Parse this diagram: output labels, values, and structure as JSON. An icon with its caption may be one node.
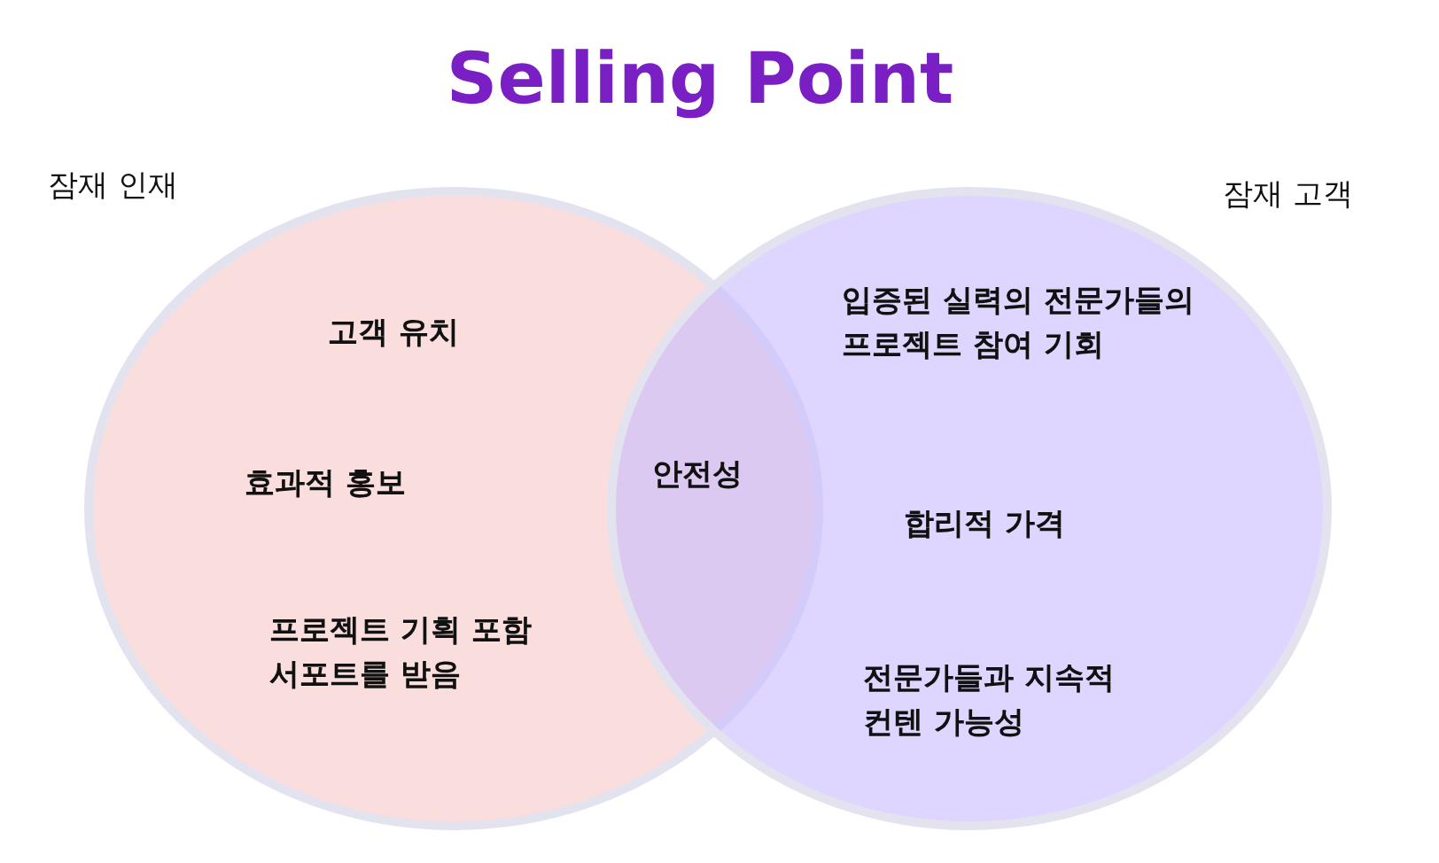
{
  "diagram": {
    "title": "Selling Point",
    "nodes": [
      {
        "text": [
          "잠재 인재",
          "고객 유치",
          "효과적 홍보",
          "프로젝트 기획 포함 서포트를 받음"
        ]
      },
      {
        "text": [
          "잠재 고객",
          "입증된 실력의 전문가들의 프로젝트 참여 기회",
          "합리적 가격",
          "전문가들과 지속적 컨텐 가능성"
        ]
      }
    ],
    "edges": [],
    "labels": [
      "안전성"
    ]
  }
}
